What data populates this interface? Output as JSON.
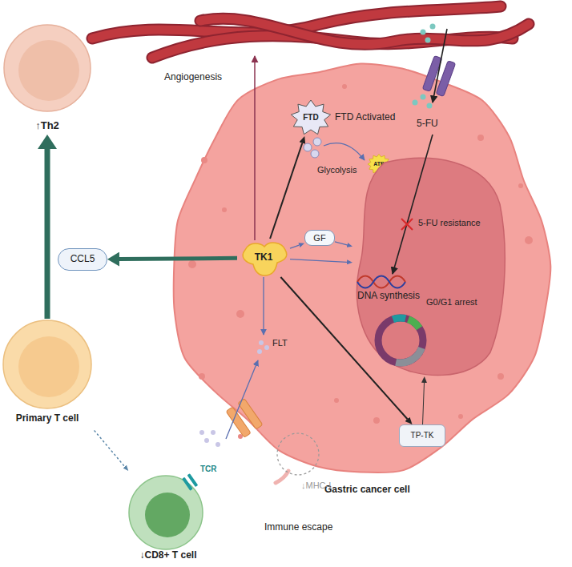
{
  "diagram": {
    "nodes": [
      {
        "text": [
          "↑Th2"
        ]
      },
      {
        "text": [
          "CCL5"
        ]
      },
      {
        "text": [
          "Primary T cell"
        ]
      },
      {
        "text": [
          "Gastric cancer cell"
        ]
      },
      {
        "text": [
          "FTD"
        ],
        "in": 3
      },
      {
        "text": [
          "ATP"
        ],
        "in": 3
      },
      {
        "text": [
          "TK1"
        ],
        "in": 3
      },
      {
        "text": [
          "GF"
        ],
        "in": 3
      },
      {
        "text": [
          "DNA synthesis",
          "G0/G1 arrest"
        ],
        "in": 3
      },
      {
        "text": [
          "TP-TK"
        ],
        "in": 3
      },
      {
        "text": [
          "↓CD8+ T cell"
        ]
      }
    ],
    "edges": [
      {
        "from": 2,
        "to": 0,
        "arrow": "to"
      },
      {
        "from": 6,
        "to": 1,
        "arrow": "to"
      },
      {
        "from": 2,
        "to": 10,
        "arrow": "to"
      },
      {
        "from": 6,
        "to": 4,
        "arrow": "to"
      },
      {
        "from": 6,
        "to": 7,
        "arrow": "to"
      },
      {
        "from": 7,
        "to": 8,
        "arrow": "to"
      },
      {
        "from": 6,
        "to": 8,
        "arrow": "to"
      },
      {
        "from": 6,
        "to": 9,
        "arrow": "to"
      },
      {
        "from": 9,
        "to": 8,
        "arrow": "to"
      }
    ],
    "labels": [
      "Angiogenesis",
      "FTD Activated",
      "5-FU",
      "Glycolysis",
      "5-FU resistance",
      "FLT",
      "↓MHC-I",
      "TCR",
      "Immune escape"
    ]
  }
}
